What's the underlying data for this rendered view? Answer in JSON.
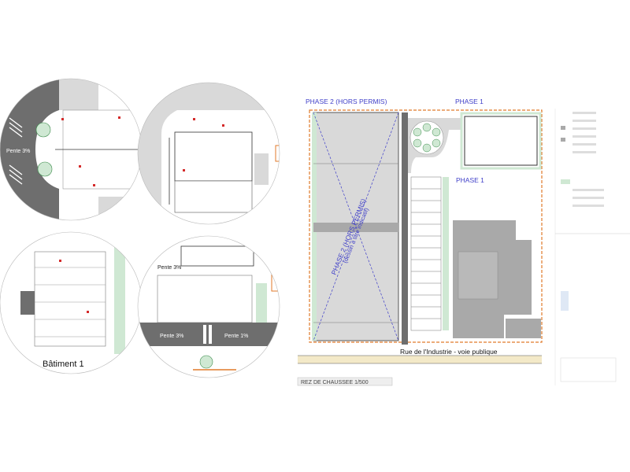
{
  "labels": {
    "phase2": "PHASE  2 (HORS PERMIS)",
    "phase1_top": "PHASE  1",
    "phase1_mid": "PHASE  1",
    "diag_title": "PHASE 2 (HORS PERMIS)",
    "diag_sub": "(dessin à titre indicatif)",
    "street": "Rue de l'Industrie - voie publique",
    "plan_title": "REZ DE CHAUSSEE 1/500",
    "batiment": "Bâtiment 1",
    "pente1": "Pente 3%",
    "pente2": "Pente 3%",
    "pente3": "Pente 3%",
    "pente4": "Pente 1%"
  },
  "colors": {
    "road": "#6e6e6e",
    "building": "#a9a9a9",
    "lightgray": "#d9d9d9",
    "green": "#cfe8d3",
    "blue": "#3f3fc9",
    "orange": "#e07a2a"
  }
}
